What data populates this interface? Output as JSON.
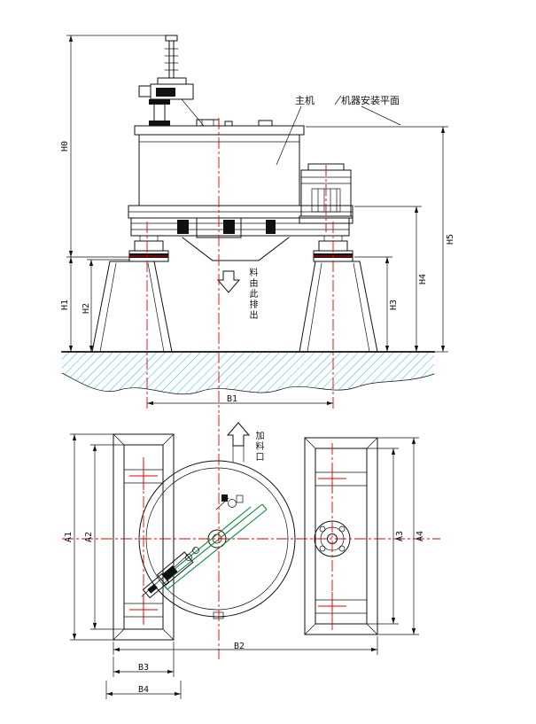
{
  "page": {
    "background": "#ffffff"
  },
  "colors": {
    "line": "#111111",
    "centerline": "#e00000",
    "hatch": "#2fb8dd",
    "green": "#0a8a3a"
  },
  "front_view": {
    "annotations": {
      "main_machine_label": "主机",
      "mounting_plane_label": "机器安装平面",
      "flow_note": "料由此排出"
    },
    "dimensions": {
      "h0": "H0",
      "h1": "H1",
      "h2": "H2",
      "h3": "H3",
      "h4": "H4",
      "h5": "H5",
      "b1": "B1"
    }
  },
  "plan_view": {
    "annotations": {
      "flow_note": "加料口"
    },
    "dimensions": {
      "a1": "A1",
      "a2": "A2",
      "a3": "A3",
      "a4": "A4",
      "b2": "B2",
      "b3": "B3",
      "b4": "B4"
    }
  }
}
